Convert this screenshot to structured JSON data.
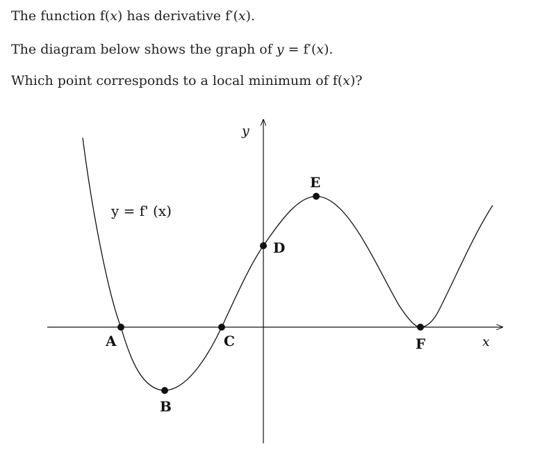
{
  "question": {
    "line1": "The function f(𝑥) has derivative f′(𝑥).",
    "line2": "The diagram below shows the graph of 𝑦 = f′(𝑥).",
    "line3": "Which point corresponds to a local minimum of f(𝑥)?"
  },
  "diagram": {
    "x_axis_label": "x",
    "y_axis_label": "y",
    "curve_label": "y = f' (x)",
    "points": [
      {
        "label": "A",
        "role": "root of f'"
      },
      {
        "label": "B",
        "role": "minimum of f'"
      },
      {
        "label": "C",
        "role": "root of f'"
      },
      {
        "label": "D",
        "role": "y-intercept of f'"
      },
      {
        "label": "E",
        "role": "maximum of f'"
      },
      {
        "label": "F",
        "role": "minimum of f' touching x-axis"
      }
    ],
    "colors": {
      "ink": "#111111",
      "text": "#222222",
      "background": "#ffffff"
    }
  }
}
